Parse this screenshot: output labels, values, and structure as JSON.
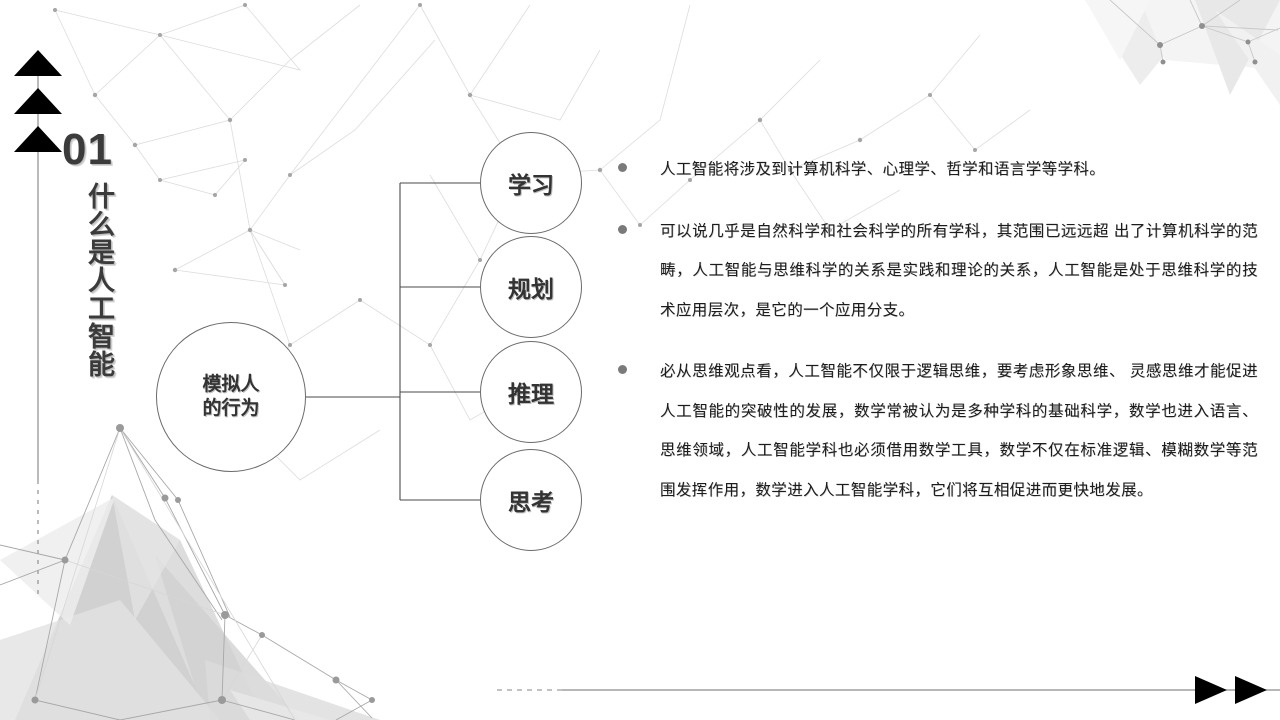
{
  "slide": {
    "section_number": "01",
    "section_title": "什么是人工智能",
    "background": {
      "style": "low-poly-network",
      "line_color": "#d2d2d2",
      "node_color": "#9a9a9a",
      "polygon_fill": "#d8d8d8"
    }
  },
  "diagram": {
    "center_node": {
      "line1": "模拟人",
      "line2": "的行为"
    },
    "leaf_nodes": [
      {
        "label": "学习"
      },
      {
        "label": "规划"
      },
      {
        "label": "推理"
      },
      {
        "label": "思考"
      }
    ],
    "connector_color": "#4a4a4a"
  },
  "content": {
    "bullets": [
      {
        "text": "人工智能将涉及到计算机科学、心理学、哲学和语言学等学科。"
      },
      {
        "text": "可以说几乎是自然科学和社会科学的所有学科，其范围已远远超 出了计算机科学的范畴，人工智能与思维科学的关系是实践和理论的关系，人工智能是处于思维科学的技术应用层次，是它的一个应用分支。"
      },
      {
        "text": "必从思维观点看，人工智能不仅限于逻辑思维，要考虑形象思维、 灵感思维才能促进人工智能的突破性的发展，数学常被认为是多种学科的基础科学，数学也进入语言、思维领域，人工智能学科也必须借用数学工具，数学不仅在标准逻辑、模糊数学等范围发挥作用，数学进入人工智能学科，它们将互相促进而更快地发展。"
      }
    ],
    "bullet_color": "#7a7a7a",
    "text_color": "#1c1c1c"
  },
  "decorations": {
    "left_rail": {
      "name": "triangle-arrow-rail",
      "arrow_count": 3,
      "direction": "up",
      "color": "#000000",
      "line_color": "#9e9e9e"
    },
    "footer": {
      "name": "progress-arrow-line",
      "arrow_count": 2,
      "direction": "right",
      "color": "#000000",
      "line_color": "#8c8c8c"
    }
  }
}
